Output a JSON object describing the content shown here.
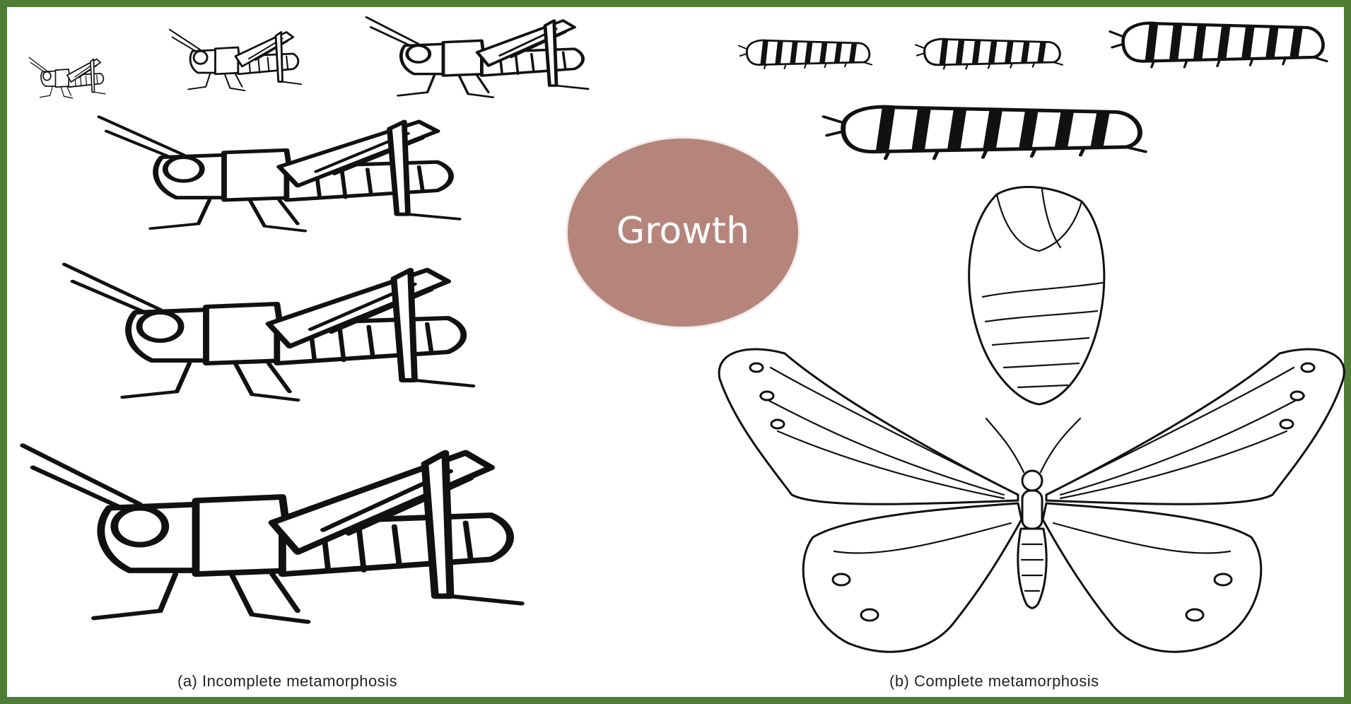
{
  "center_label": "Growth",
  "captions": {
    "incomplete": "(a) Incomplete metamorphosis",
    "complete": "(b) Complete metamorphosis"
  },
  "colors": {
    "frame": "#4f7d35",
    "badge": "#b5857c",
    "badge_text": "#ffffff",
    "line_art": "#111111"
  }
}
